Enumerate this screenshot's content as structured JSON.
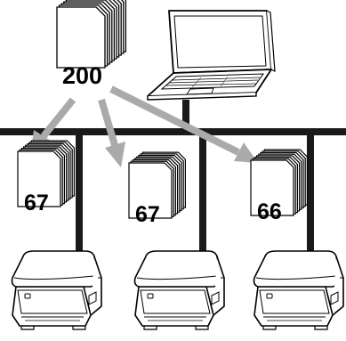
{
  "source_job": {
    "page_count": "200"
  },
  "printers": [
    {
      "page_count": "67"
    },
    {
      "page_count": "67"
    },
    {
      "page_count": "66"
    }
  ],
  "colors": {
    "arrow": "#aaaaaa",
    "line": "#1a1a1a",
    "printer_body": "#ffffff",
    "printer_detail": "#666666"
  },
  "icons": [
    "document-stack-icon",
    "laptop-icon",
    "network-bus-icon",
    "arrow-icon",
    "label-printer-icon"
  ]
}
